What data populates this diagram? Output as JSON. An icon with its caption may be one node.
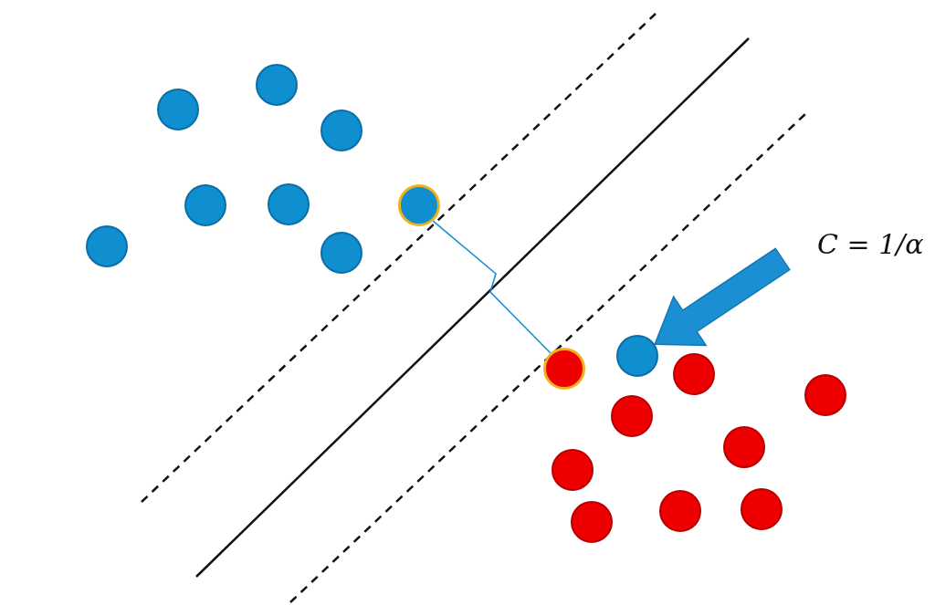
{
  "diagram": {
    "nodes": [
      {
        "text": [],
        "shape": "circle"
      },
      {
        "text": [],
        "shape": "circle"
      },
      {
        "text": [],
        "shape": "circle"
      },
      {
        "text": [],
        "shape": "circle"
      },
      {
        "text": [],
        "shape": "circle"
      },
      {
        "text": [],
        "shape": "circle"
      },
      {
        "text": [],
        "shape": "circle"
      },
      {
        "text": [],
        "shape": "circle"
      },
      {
        "text": [],
        "shape": "circle"
      },
      {
        "text": [],
        "shape": "circle"
      },
      {
        "text": [],
        "shape": "circle"
      },
      {
        "text": [],
        "shape": "circle"
      },
      {
        "text": [],
        "shape": "circle"
      },
      {
        "text": [],
        "shape": "circle"
      },
      {
        "text": [],
        "shape": "circle"
      },
      {
        "text": [],
        "shape": "circle"
      },
      {
        "text": [],
        "shape": "circle"
      },
      {
        "text": [],
        "shape": "circle"
      }
    ],
    "edges": [
      {
        "from": 5,
        "to": 9,
        "arrow": "none"
      },
      {
        "from": null,
        "to": 8,
        "arrow": "to",
        "style": "thick"
      }
    ],
    "labels": [
      "C = 1/α"
    ]
  }
}
